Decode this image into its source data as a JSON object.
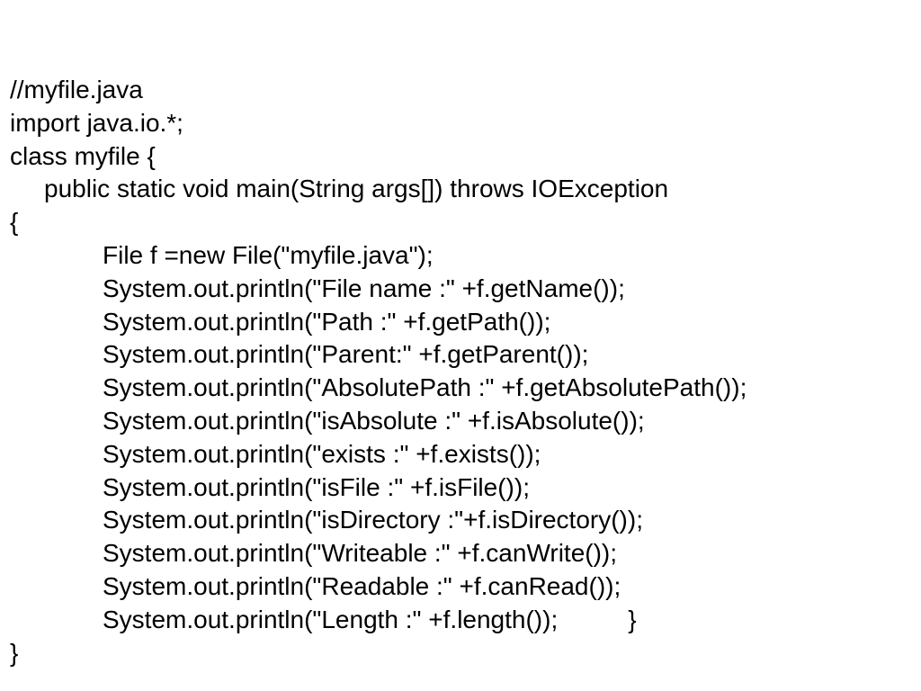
{
  "slide": {
    "lines": [
      {
        "text": "//myfile.java",
        "indent": 0
      },
      {
        "text": "import java.io.*;",
        "indent": 0
      },
      {
        "text": "class myfile {",
        "indent": 0
      },
      {
        "text": "public static void main(String args[]) throws IOException",
        "indent": 1
      },
      {
        "text": "{",
        "indent": 0
      },
      {
        "text": "File f =new File(\"myfile.java\");",
        "indent": 2
      },
      {
        "text": "System.out.println(\"File name :\" +f.getName());",
        "indent": 2
      },
      {
        "text": "System.out.println(\"Path :\" +f.getPath());",
        "indent": 2
      },
      {
        "text": "System.out.println(\"Parent:\" +f.getParent());",
        "indent": 2
      },
      {
        "text": "System.out.println(\"AbsolutePath :\" +f.getAbsolutePath());",
        "indent": 2
      },
      {
        "text": "System.out.println(\"isAbsolute :\" +f.isAbsolute());",
        "indent": 2
      },
      {
        "text": "System.out.println(\"exists :\" +f.exists());",
        "indent": 2
      },
      {
        "text": "System.out.println(\"isFile :\" +f.isFile());",
        "indent": 2
      },
      {
        "text": "System.out.println(\"isDirectory :\"+f.isDirectory());",
        "indent": 2
      },
      {
        "text": "System.out.println(\"Writeable :\" +f.canWrite());",
        "indent": 2
      },
      {
        "text": "System.out.println(\"Readable :\" +f.canRead());",
        "indent": 2
      },
      {
        "text": "System.out.println(\"Length :\" +f.length());",
        "indent": 2,
        "trail": "}"
      },
      {
        "text": "}",
        "indent": 0
      }
    ]
  }
}
